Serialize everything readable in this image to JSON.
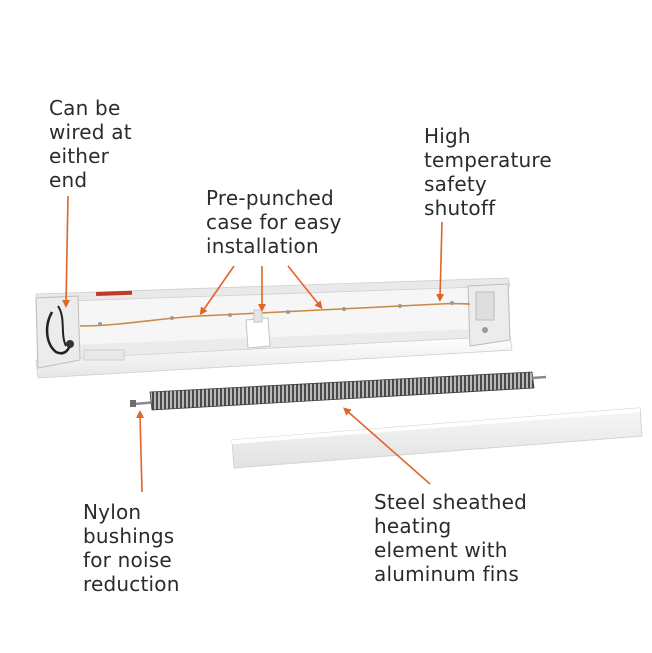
{
  "callouts": {
    "wired": "Can be\nwired at\neither\nend",
    "punched": "Pre-punched\ncase for easy\ninstallation",
    "high_temp": "High\ntemperature\nsafety\nshutoff",
    "nylon": "Nylon\nbushings\nfor noise\nreduction",
    "steel": "Steel sheathed\nheating\nelement with\naluminum fins"
  },
  "colors": {
    "arrow": "#e0652a",
    "wire": "#c98a4a",
    "housing": "#f4f4f4",
    "fins": "#5a5a5a",
    "text": "#2b2b2b"
  }
}
